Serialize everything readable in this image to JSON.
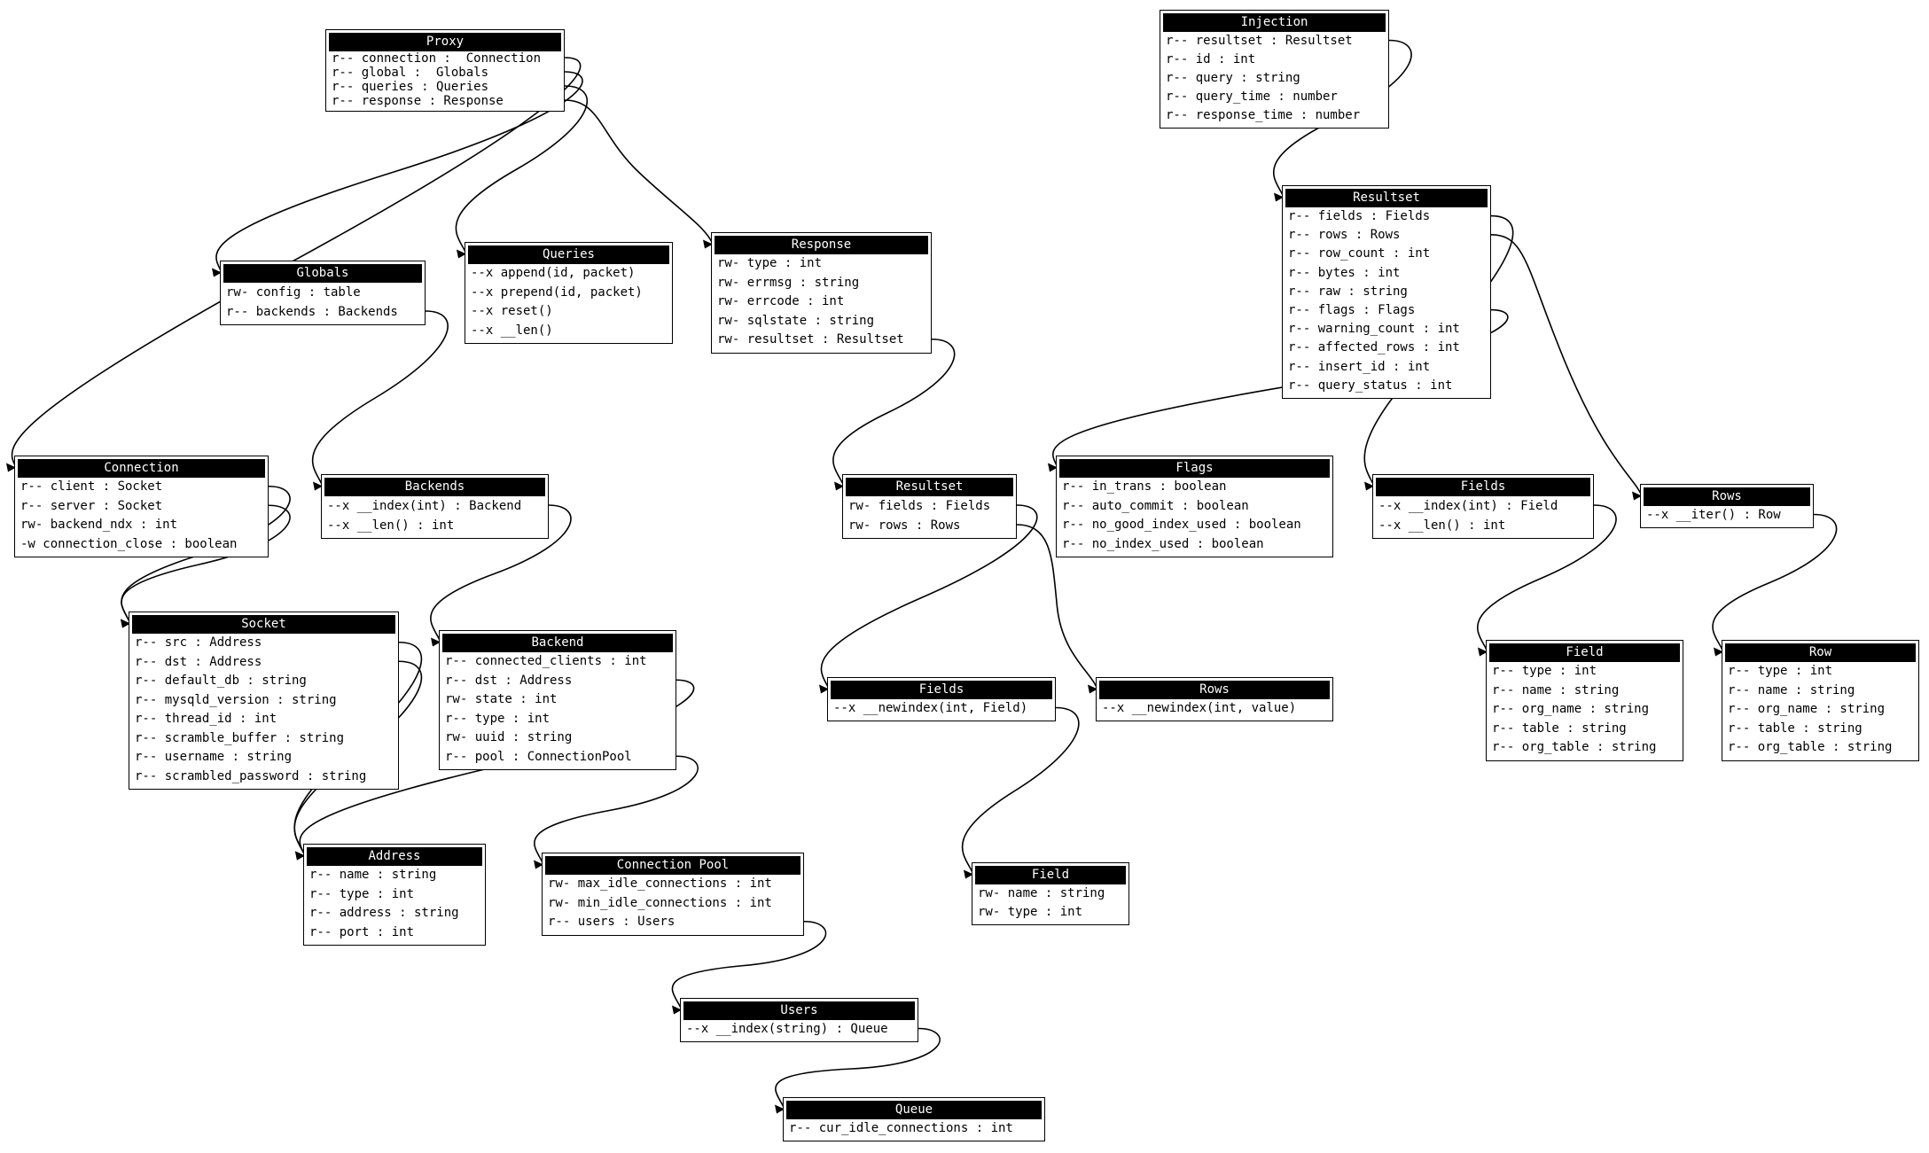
{
  "diagram": {
    "nodes": [
      {
        "id": "proxy",
        "title": "Proxy",
        "rows": [
          "r-- connection :  Connection",
          "r-- global :  Globals",
          "r-- queries : Queries",
          "r-- response : Response"
        ]
      },
      {
        "id": "injection",
        "title": "Injection",
        "rows": [
          "r-- resultset : Resultset",
          "r-- id : int",
          "r-- query : string",
          "r-- query_time : number",
          "r-- response_time : number"
        ]
      },
      {
        "id": "resultset_top",
        "title": "Resultset",
        "rows": [
          "r-- fields : Fields",
          "r-- rows : Rows",
          "r-- row_count : int",
          "r-- bytes : int",
          "r-- raw : string",
          "r-- flags : Flags",
          "r-- warning_count : int",
          "r-- affected_rows : int",
          "r-- insert_id : int",
          "r-- query_status : int"
        ]
      },
      {
        "id": "globals",
        "title": "Globals",
        "rows": [
          "rw- config : table",
          "r-- backends : Backends"
        ]
      },
      {
        "id": "queries",
        "title": "Queries",
        "rows": [
          "--x append(id, packet)",
          "--x prepend(id, packet)",
          "--x reset()",
          "--x __len()"
        ]
      },
      {
        "id": "response",
        "title": "Response",
        "rows": [
          "rw- type : int",
          "rw- errmsg : string",
          "rw- errcode : int",
          "rw- sqlstate : string",
          "rw- resultset : Resultset"
        ]
      },
      {
        "id": "connection",
        "title": "Connection",
        "rows": [
          "r-- client : Socket",
          "r-- server : Socket",
          "rw- backend_ndx : int",
          "-w connection_close : boolean"
        ]
      },
      {
        "id": "backends",
        "title": "Backends",
        "rows": [
          "--x __index(int) : Backend",
          "--x __len() : int"
        ]
      },
      {
        "id": "resultset_mid",
        "title": "Resultset",
        "rows": [
          "rw- fields : Fields",
          "rw- rows : Rows"
        ]
      },
      {
        "id": "flags",
        "title": "Flags",
        "rows": [
          "r-- in_trans : boolean",
          "r-- auto_commit : boolean",
          "r-- no_good_index_used : boolean",
          "r-- no_index_used : boolean"
        ]
      },
      {
        "id": "fields_right",
        "title": "Fields",
        "rows": [
          "--x __index(int) : Field",
          "--x __len() : int"
        ]
      },
      {
        "id": "rows_right",
        "title": "Rows",
        "rows": [
          "--x __iter() : Row"
        ]
      },
      {
        "id": "socket",
        "title": "Socket",
        "rows": [
          "r-- src : Address",
          "r-- dst : Address",
          "r-- default_db : string",
          "r-- mysqld_version : string",
          "r-- thread_id : int",
          "r-- scramble_buffer : string",
          "r-- username : string",
          "r-- scrambled_password : string"
        ]
      },
      {
        "id": "backend",
        "title": "Backend",
        "rows": [
          "r-- connected_clients : int",
          "r-- dst : Address",
          "rw- state : int",
          "r-- type : int",
          "rw- uuid : string",
          "r-- pool : ConnectionPool"
        ]
      },
      {
        "id": "fields_mid",
        "title": "Fields",
        "rows": [
          "--x __newindex(int, Field)"
        ]
      },
      {
        "id": "rows_mid",
        "title": "Rows",
        "rows": [
          "--x __newindex(int, value)"
        ]
      },
      {
        "id": "field_right",
        "title": "Field",
        "rows": [
          "r-- type : int",
          "r-- name : string",
          "r-- org_name : string",
          "r-- table : string",
          "r-- org_table : string"
        ]
      },
      {
        "id": "row_right",
        "title": "Row",
        "rows": [
          "r-- type : int",
          "r-- name : string",
          "r-- org_name : string",
          "r-- table : string",
          "r-- org_table : string"
        ]
      },
      {
        "id": "address",
        "title": "Address",
        "rows": [
          "r-- name : string",
          "r-- type : int",
          "r-- address : string",
          "r-- port : int"
        ]
      },
      {
        "id": "connection_pool",
        "title": "Connection Pool",
        "rows": [
          "rw- max_idle_connections : int",
          "rw- min_idle_connections : int",
          "r-- users : Users"
        ]
      },
      {
        "id": "field_mid",
        "title": "Field",
        "rows": [
          "rw- name : string",
          "rw- type : int"
        ]
      },
      {
        "id": "users",
        "title": "Users",
        "rows": [
          "--x __index(string) : Queue"
        ]
      },
      {
        "id": "queue",
        "title": "Queue",
        "rows": [
          "r-- cur_idle_connections : int"
        ]
      }
    ],
    "edges": [
      {
        "from": "proxy",
        "row": 0,
        "to": "connection"
      },
      {
        "from": "proxy",
        "row": 1,
        "to": "globals"
      },
      {
        "from": "proxy",
        "row": 2,
        "to": "queries"
      },
      {
        "from": "proxy",
        "row": 3,
        "to": "response"
      },
      {
        "from": "injection",
        "row": 0,
        "to": "resultset_top"
      },
      {
        "from": "resultset_top",
        "row": 0,
        "to": "fields_right"
      },
      {
        "from": "resultset_top",
        "row": 1,
        "to": "rows_right"
      },
      {
        "from": "resultset_top",
        "row": 5,
        "to": "flags"
      },
      {
        "from": "globals",
        "row": 1,
        "to": "backends"
      },
      {
        "from": "response",
        "row": 4,
        "to": "resultset_mid"
      },
      {
        "from": "connection",
        "row": 0,
        "to": "socket"
      },
      {
        "from": "connection",
        "row": 1,
        "to": "socket"
      },
      {
        "from": "backends",
        "row": 0,
        "to": "backend"
      },
      {
        "from": "resultset_mid",
        "row": 0,
        "to": "fields_mid"
      },
      {
        "from": "resultset_mid",
        "row": 1,
        "to": "rows_mid"
      },
      {
        "from": "fields_right",
        "row": 0,
        "to": "field_right"
      },
      {
        "from": "rows_right",
        "row": 0,
        "to": "row_right"
      },
      {
        "from": "socket",
        "row": 0,
        "to": "address"
      },
      {
        "from": "socket",
        "row": 1,
        "to": "address"
      },
      {
        "from": "backend",
        "row": 1,
        "to": "address"
      },
      {
        "from": "backend",
        "row": 5,
        "to": "connection_pool"
      },
      {
        "from": "fields_mid",
        "row": 0,
        "to": "field_mid"
      },
      {
        "from": "connection_pool",
        "row": 2,
        "to": "users"
      },
      {
        "from": "users",
        "row": 0,
        "to": "queue"
      }
    ]
  }
}
